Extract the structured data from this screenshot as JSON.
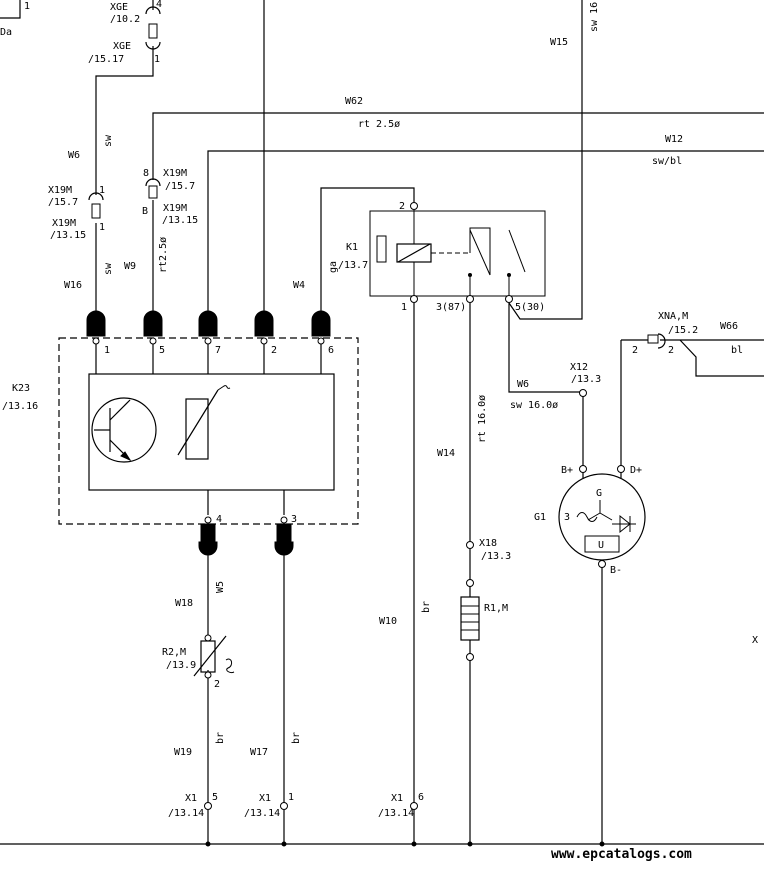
{
  "labels": {
    "top_left_num": "1",
    "top_left_da": "Da",
    "xge_top": "XGE",
    "xge_top_ref": "/10.2",
    "xge_top_pin": "4",
    "xge_mid": "XGE",
    "xge_mid_ref": "/15.17",
    "xge_mid_pin": "1",
    "w15": "W15",
    "sw16_vert": "sw 16",
    "w62": "W62",
    "w62_spec": "rt  2.5ø",
    "w12": "W12",
    "w12_spec": "sw/bl",
    "w6_left": "W6",
    "sw_vert_1": "sw",
    "x19m_a": "X19M",
    "x19m_a_ref": "/15.7",
    "x19m_a_pin": "1",
    "x19m_b": "X19M",
    "x19m_b_ref": "/13.15",
    "x19m_b_pin": "1",
    "x19m_c_pin_top": "8",
    "x19m_c": "X19M",
    "x19m_c_ref": "/15.7",
    "x19m_c_pin_bot": "B",
    "x19m_d": "X19M",
    "x19m_d_ref": "/13.15",
    "w9": "W9",
    "rt25_vert": "rt2.5ø",
    "sw_vert_2": "sw",
    "w16": "W16",
    "w4": "W4",
    "ga_vert": "ga",
    "k1": "K1",
    "k1_ref": "/13.7",
    "k1_pin2": "2",
    "k1_pin1": "1",
    "k1_pin3": "3(87)",
    "k1_pin5": "5(30)",
    "k23": "K23",
    "k23_ref": "/13.16",
    "k23_pin1": "1",
    "k23_pin5": "5",
    "k23_pin7": "7",
    "k23_pin2": "2",
    "k23_pin6": "6",
    "k23_pin4": "4",
    "k23_pin3": "3",
    "xna": "XNA,M",
    "xna_ref": "/15.2",
    "xna_pin_l": "2",
    "xna_pin_r": "2",
    "w66": "W66",
    "bl": "bl",
    "x12": "X12",
    "x12_ref": "/13.3",
    "w6_right": "W6",
    "w6_right_spec": "sw  16.0ø",
    "w14": "W14",
    "rt16_vert": "rt 16.0ø",
    "bplus": "B+",
    "dplus": "D+",
    "g": "G",
    "g1": "G1",
    "g1_pin3": "3",
    "u": "U",
    "bminus": "B-",
    "x18": "X18",
    "x18_ref": "/13.3",
    "r1": "R1,M",
    "w5_vert": "W5",
    "w18": "W18",
    "r2": "R2,M",
    "r2_ref": "/13.9",
    "r2_pin2": "2",
    "w10": "W10",
    "br_vert_1": "br",
    "br_vert_2": "br",
    "br_vert_3": "br",
    "w19": "W19",
    "w17": "W17",
    "x1_a": "X1",
    "x1_a_ref": "/13.14",
    "x1_a_pin": "5",
    "x1_b": "X1",
    "x1_b_ref": "/13.14",
    "x1_b_pin": "1",
    "x1_c": "X1",
    "x1_c_ref": "/13.14",
    "x1_c_pin": "6",
    "x_right": "X",
    "watermark": "www.epcatalogs.com"
  }
}
